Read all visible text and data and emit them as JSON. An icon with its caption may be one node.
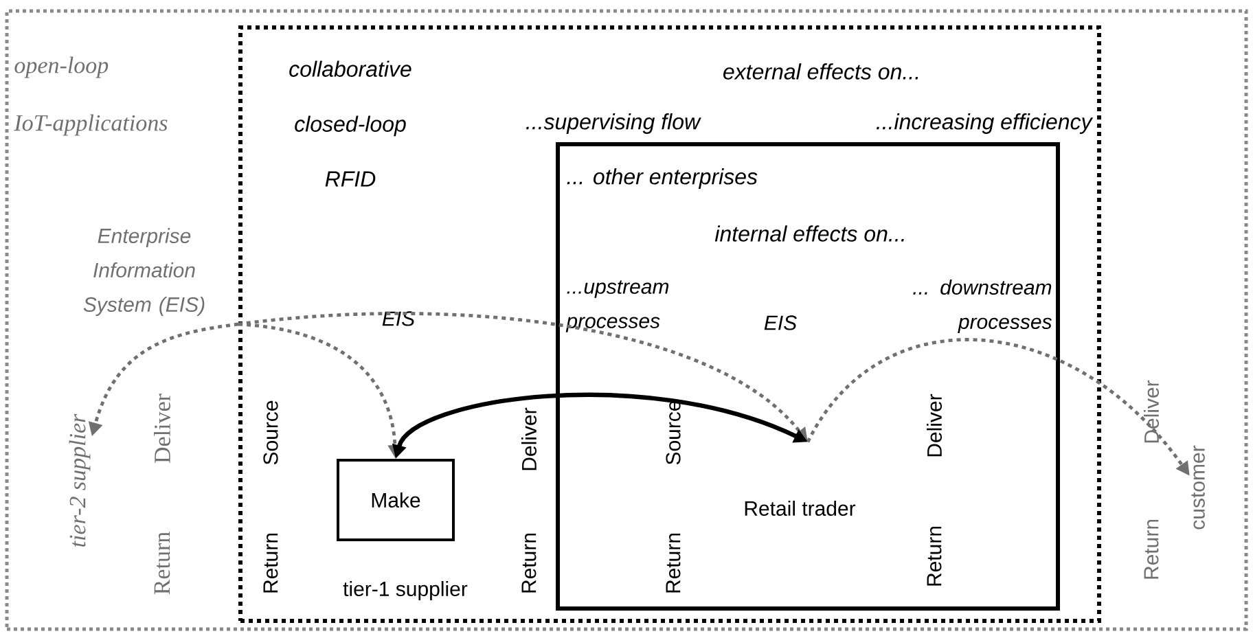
{
  "diagram": {
    "nodes": [
      {
        "text": [
          "open-loop IoT-applications"
        ]
      },
      {
        "text": [
          "collaborative closed-loop RFID",
          "external effects on...",
          "...supervising flow",
          "...increasing efficiency"
        ],
        "in": 0
      },
      {
        "text": [
          "... other enterprises",
          "internal effects on...",
          "...upstream processes",
          "EIS",
          "... downstream processes",
          "Retail trader"
        ],
        "in": 1
      },
      {
        "text": [
          "Make"
        ],
        "in": 1
      },
      {
        "text": [
          "tier-2 supplier"
        ],
        "in": 0
      },
      {
        "text": [
          "customer"
        ],
        "in": 0
      }
    ],
    "edges": [
      {
        "from": 1,
        "to": 4,
        "arrow": "to",
        "style": "dashed"
      },
      {
        "from": 1,
        "to": 3,
        "arrow": "to",
        "style": "dashed"
      },
      {
        "from": 1,
        "to": 2,
        "arrow": "to",
        "style": "dashed"
      },
      {
        "from": 2,
        "to": 5,
        "arrow": "to",
        "style": "dashed"
      },
      {
        "from": 3,
        "to": 2,
        "arrow": "both",
        "color": "#000000"
      }
    ],
    "labels": [
      "Enterprise Information System (EIS)",
      "EIS",
      "Deliver",
      "Return",
      "Source",
      "Return",
      "Deliver",
      "Return",
      "tier-1 supplier",
      "Source",
      "Return",
      "Deliver",
      "Return",
      "Deliver",
      "Return"
    ]
  }
}
